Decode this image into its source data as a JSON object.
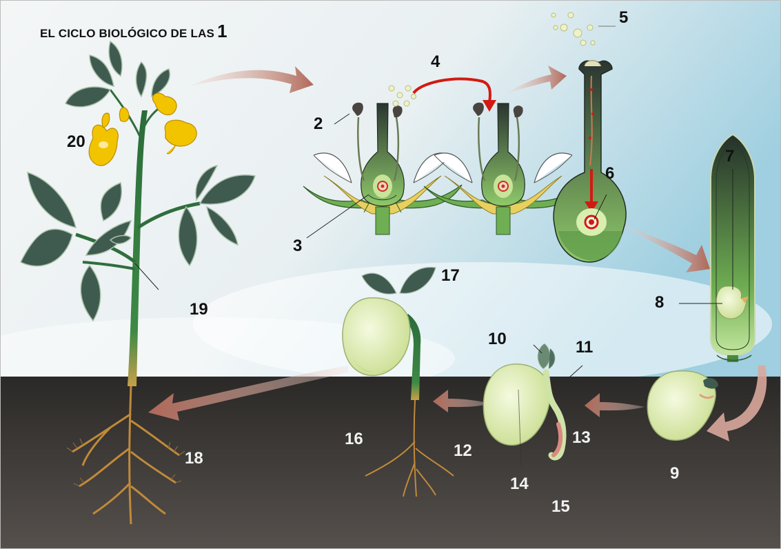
{
  "title": {
    "text": "EL CICLO BIOLÓGICO DE LAS",
    "number": "1"
  },
  "labels": [
    "2",
    "3",
    "4",
    "5",
    "6",
    "7",
    "8",
    "9",
    "10",
    "11",
    "12",
    "13",
    "14",
    "15",
    "16",
    "17",
    "18",
    "19",
    "20"
  ],
  "colors": {
    "sky_top": "#b7d9e6",
    "soil": "#3a3633",
    "leaf": "#3f5b4f",
    "stem": "#2f7a3f",
    "flower": "#f2c400",
    "seed": "#e3f0b4",
    "arrow": "#b56f61",
    "red_arrow": "#d21a12"
  }
}
